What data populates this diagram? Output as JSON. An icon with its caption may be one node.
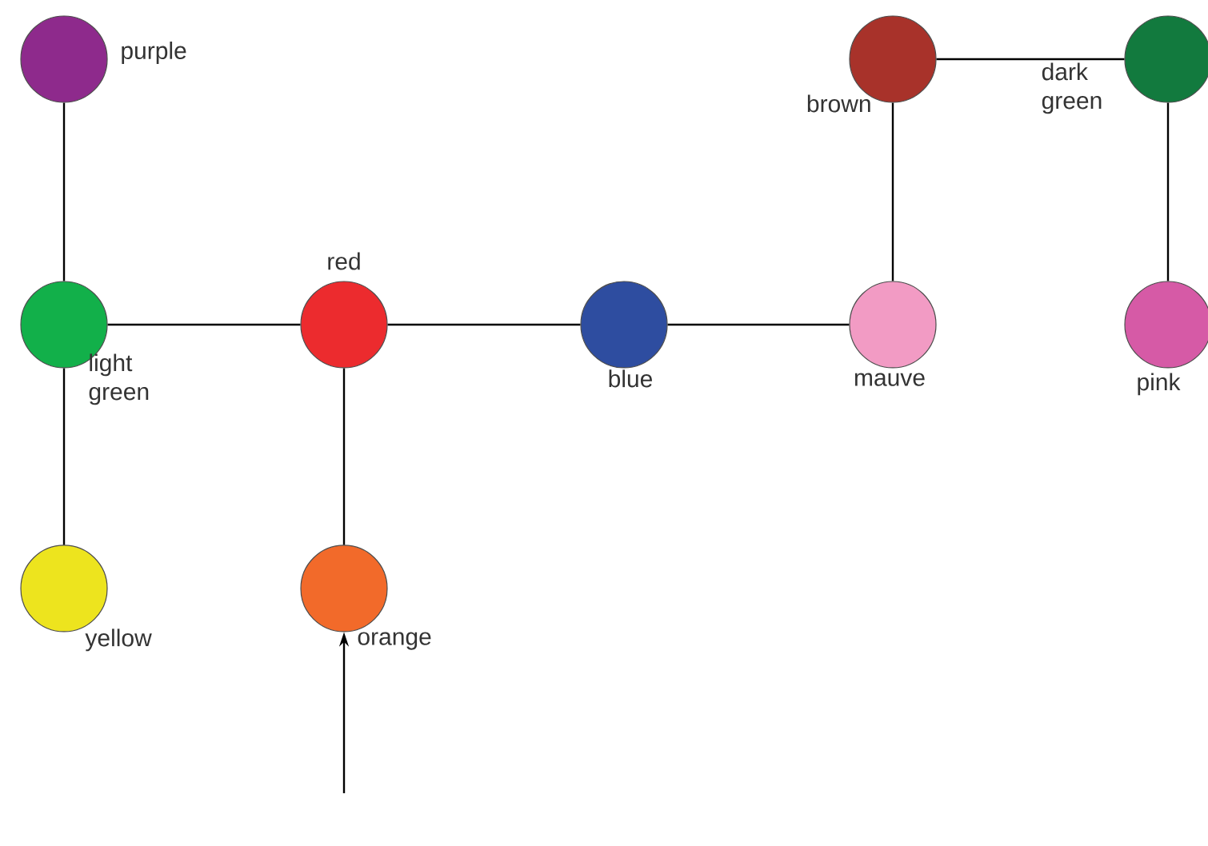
{
  "diagram": {
    "nodes": [
      {
        "text": [],
        "shape": "circle",
        "beside": [
          "purple"
        ]
      },
      {
        "text": [],
        "shape": "circle",
        "beside": [
          "light green"
        ]
      },
      {
        "text": [],
        "shape": "circle",
        "beside": [
          "yellow"
        ]
      },
      {
        "text": [],
        "shape": "circle",
        "beside": [
          "red"
        ]
      },
      {
        "text": [],
        "shape": "circle",
        "beside": [
          "orange"
        ]
      },
      {
        "text": [],
        "shape": "circle",
        "beside": [
          "blue"
        ]
      },
      {
        "text": [],
        "shape": "circle",
        "beside": [
          "mauve"
        ]
      },
      {
        "text": [],
        "shape": "circle",
        "beside": [
          "brown"
        ]
      },
      {
        "text": [],
        "shape": "circle",
        "beside": [
          "dark green"
        ]
      },
      {
        "text": [],
        "shape": "circle",
        "beside": [
          "pink"
        ]
      }
    ],
    "edges": [
      {
        "from": 0,
        "to": 1,
        "arrow": "none"
      },
      {
        "from": 1,
        "to": 3,
        "arrow": "none"
      },
      {
        "from": 1,
        "to": 2,
        "arrow": "none"
      },
      {
        "from": 3,
        "to": 5,
        "arrow": "none"
      },
      {
        "from": 3,
        "to": 4,
        "arrow": "none"
      },
      {
        "from": 5,
        "to": 6,
        "arrow": "none"
      },
      {
        "from": 6,
        "to": 7,
        "arrow": "none"
      },
      {
        "from": 7,
        "to": 8,
        "arrow": "none"
      },
      {
        "from": 8,
        "to": 9,
        "arrow": "none"
      },
      {
        "from": null,
        "to": 4,
        "arrow": "to"
      }
    ]
  }
}
